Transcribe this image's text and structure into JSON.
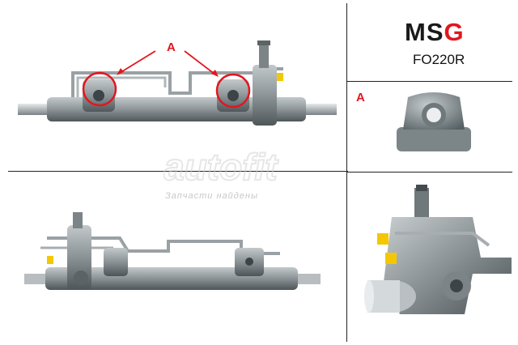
{
  "brand": {
    "prefix": "MS",
    "accent": "G",
    "accent_color": "#e3161e"
  },
  "part_number": "FO220R",
  "callouts": {
    "main": "A",
    "detail": "A"
  },
  "watermark": {
    "caption": "Запчасти найдены"
  },
  "colors": {
    "metal": "#8d9598",
    "metal_dark": "#5b6366",
    "pipe": "#a7adb0",
    "accent": "#e3161e",
    "fitting": "#f3c800"
  }
}
